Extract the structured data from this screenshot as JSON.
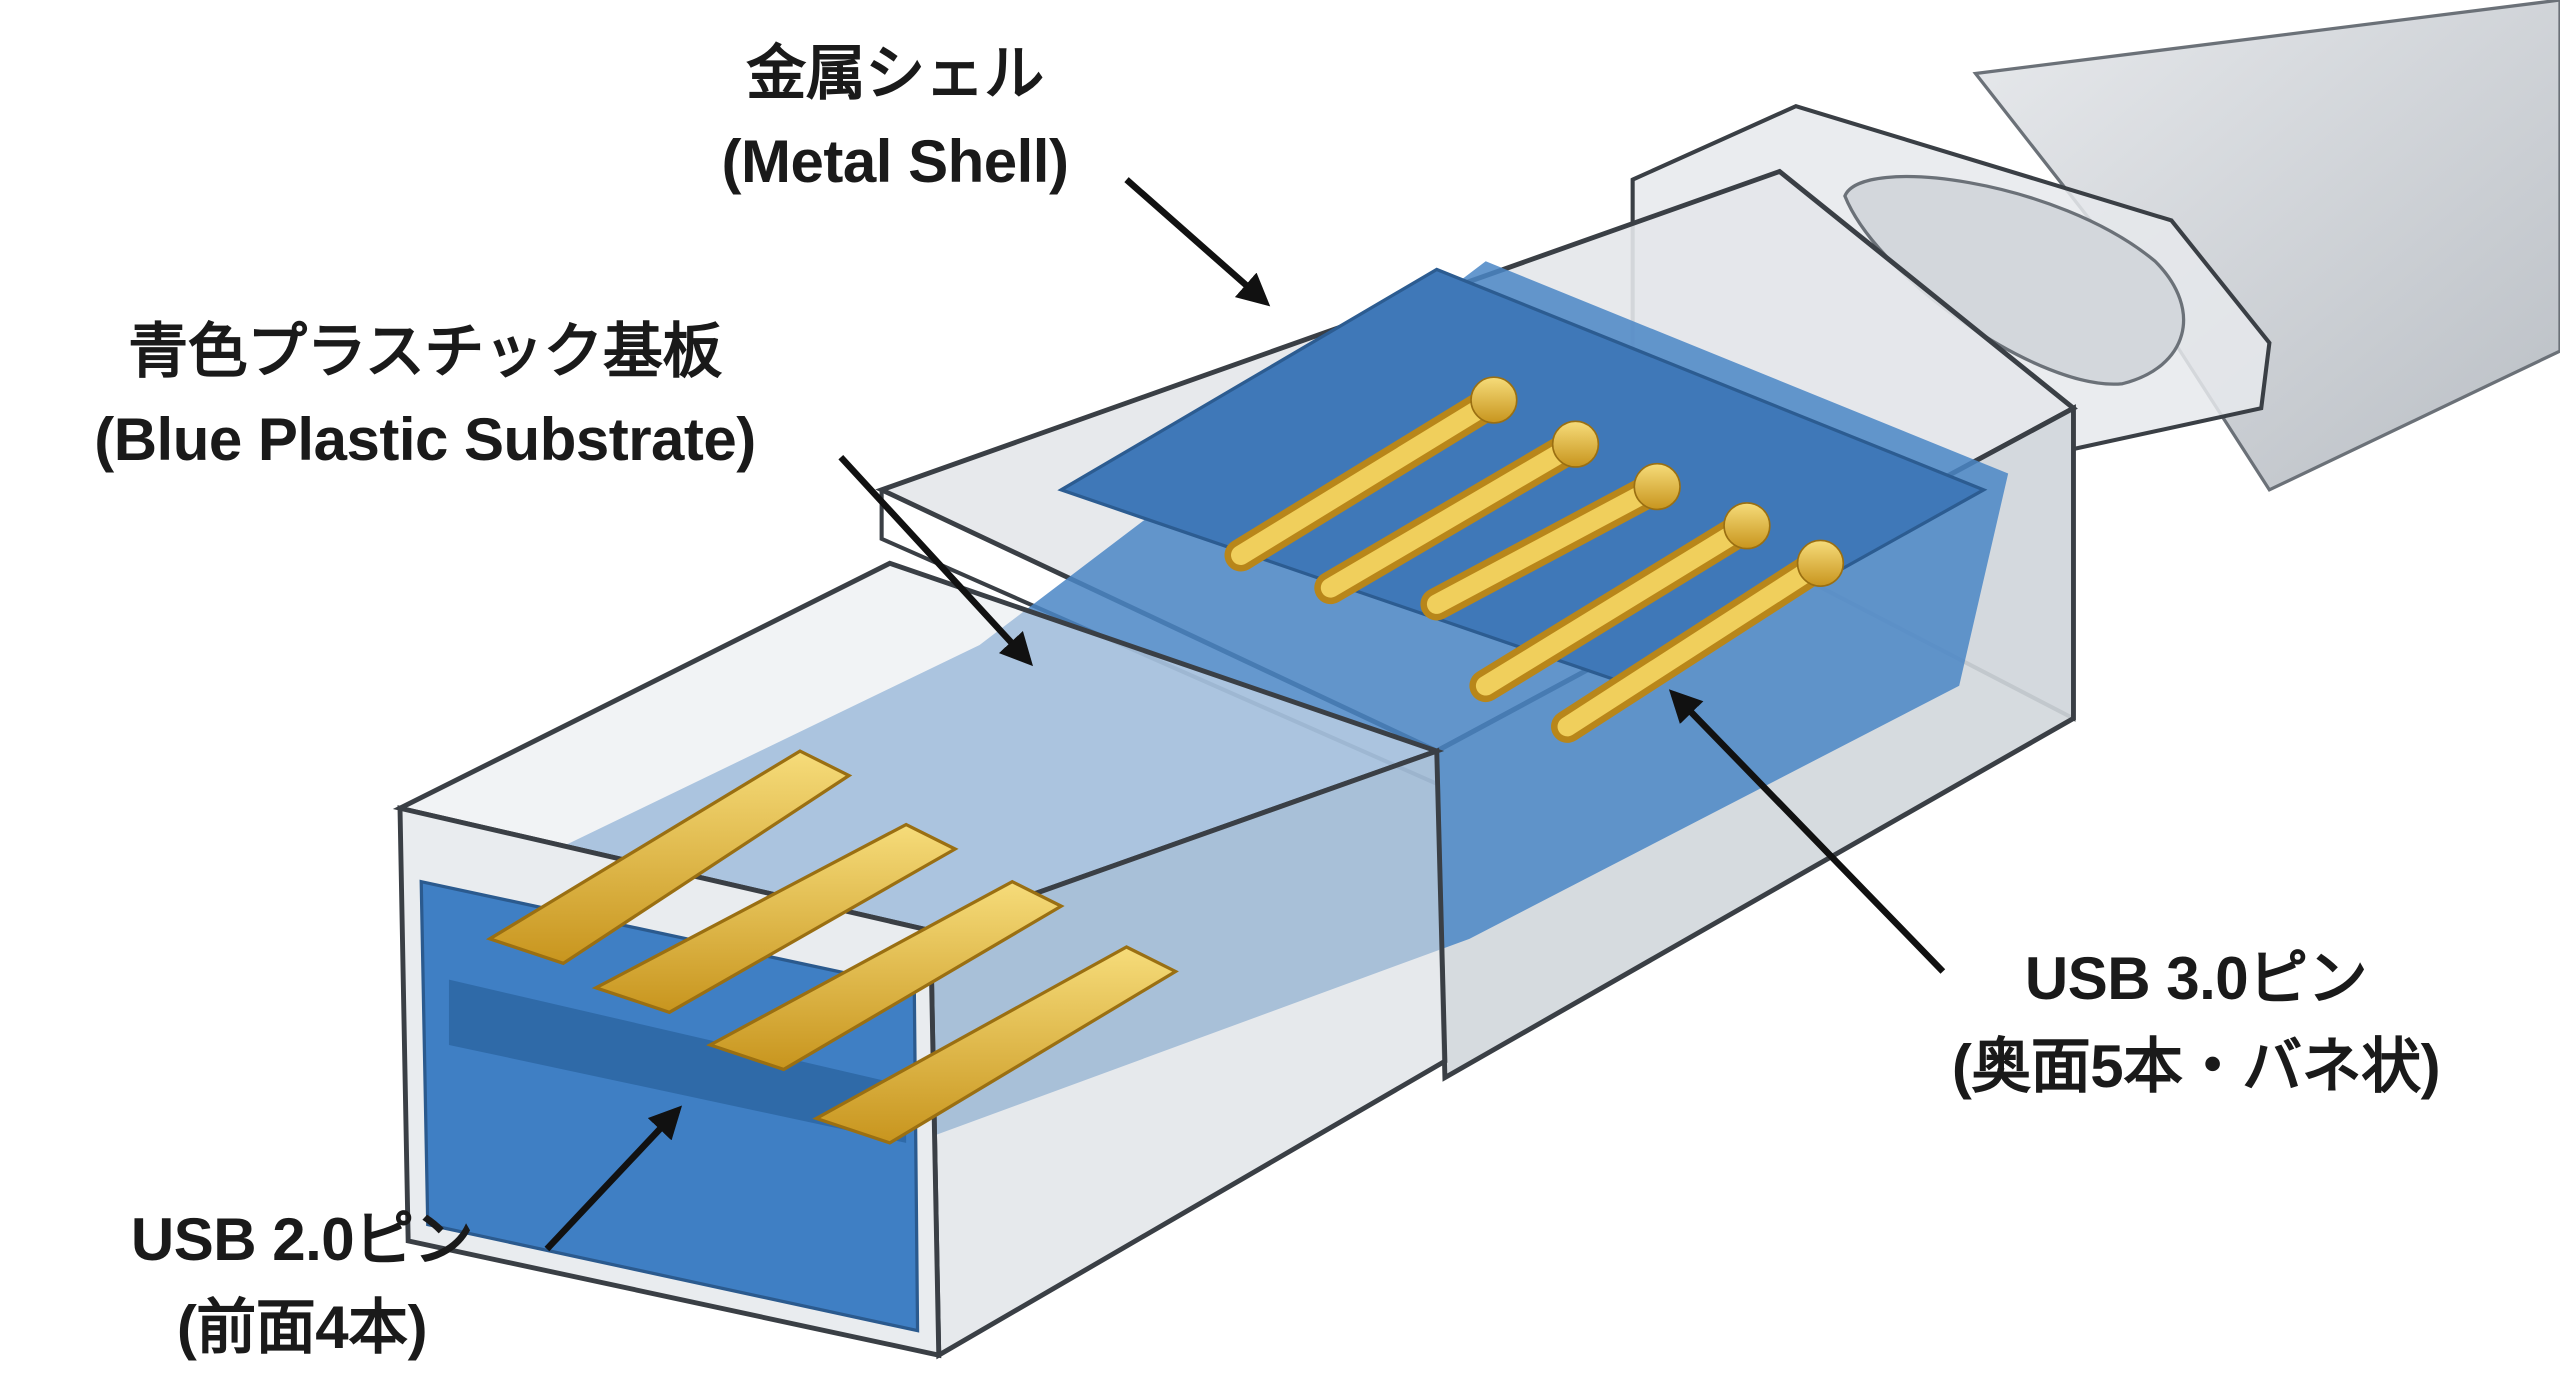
{
  "labels": {
    "metal_shell": {
      "ja": "金属シェル",
      "en": "(Metal Shell)"
    },
    "substrate": {
      "ja": "青色プラスチック基板",
      "en": "(Blue Plastic Substrate)"
    },
    "usb3_pins": {
      "title": "USB 3.0ピン",
      "detail": "(奥面5本・バネ状)"
    },
    "usb2_pins": {
      "title": "USB 2.0ピン",
      "detail": "(前面4本)"
    }
  },
  "colors": {
    "substrate_blue": "#4a86c5",
    "pin_gold": "#e0b83a",
    "shell_gray": "#d9dde2",
    "outline": "#3a3f45"
  }
}
